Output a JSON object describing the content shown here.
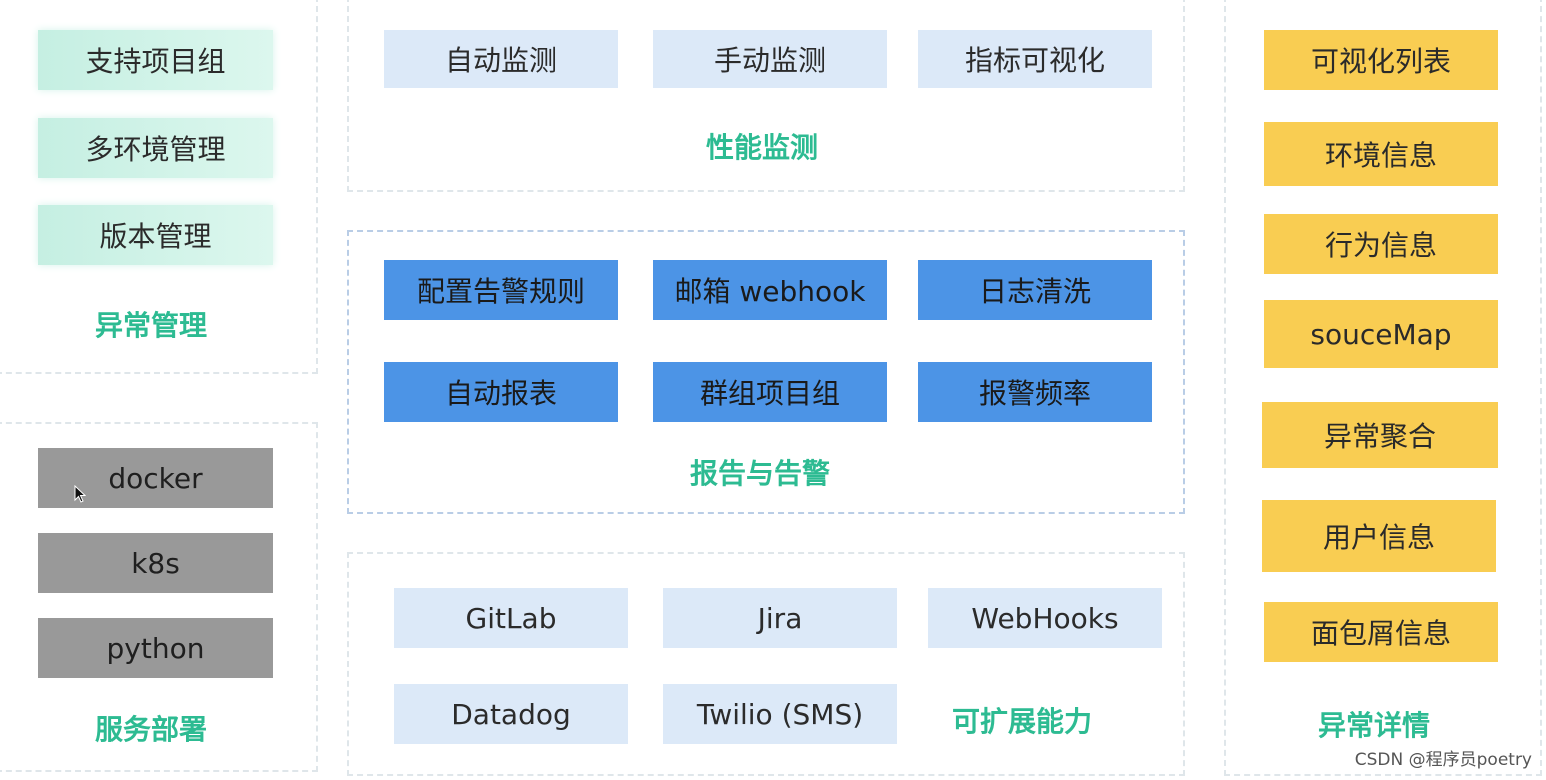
{
  "groups": {
    "exception_management": {
      "title": "异常管理",
      "items": [
        "支持项目组",
        "多环境管理",
        "版本管理"
      ]
    },
    "service_deployment": {
      "title": "服务部署",
      "items": [
        "docker",
        "k8s",
        "python"
      ]
    },
    "performance_monitoring": {
      "title": "性能监测",
      "items": [
        "自动监测",
        "手动监测",
        "指标可视化"
      ]
    },
    "report_alert": {
      "title": "报告与告警",
      "items": [
        "配置告警规则",
        "邮箱 webhook",
        "日志清洗",
        "自动报表",
        "群组项目组",
        "报警频率"
      ]
    },
    "extensibility": {
      "title": "可扩展能力",
      "items": [
        "GitLab",
        "Jira",
        "WebHooks",
        "Datadog",
        "Twilio (SMS)"
      ]
    },
    "exception_details": {
      "title": "异常详情",
      "items": [
        "可视化列表",
        "环境信息",
        "行为信息",
        "souceMap",
        "异常聚合",
        "用户信息",
        "面包屑信息"
      ]
    }
  },
  "watermark": "CSDN @程序员poetry",
  "colors": {
    "teal_box": "#c5efe2",
    "gray_box": "#999999",
    "light_blue_box": "#dce9f8",
    "blue_box": "#4c94e6",
    "yellow_box": "#f9cd52",
    "title_green": "#2dbb92"
  }
}
